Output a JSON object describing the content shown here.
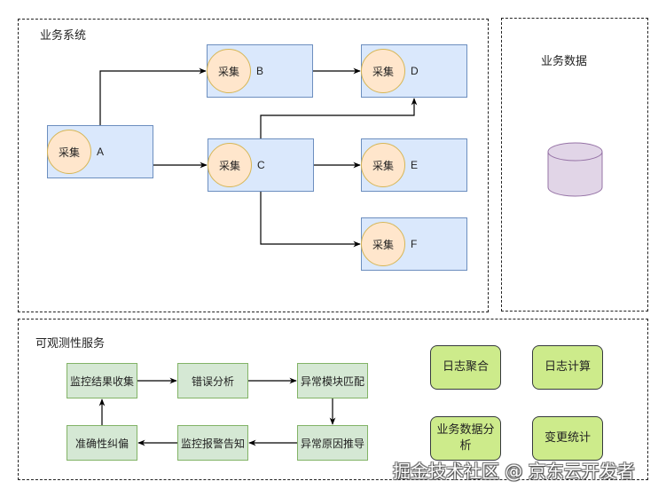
{
  "diagram": {
    "business_system": {
      "title": "业务系统",
      "nodes": [
        {
          "id": "A",
          "collector": "采集",
          "label": "A"
        },
        {
          "id": "B",
          "collector": "采集",
          "label": "B"
        },
        {
          "id": "C",
          "collector": "采集",
          "label": "C"
        },
        {
          "id": "D",
          "collector": "采集",
          "label": "D"
        },
        {
          "id": "E",
          "collector": "采集",
          "label": "E"
        },
        {
          "id": "F",
          "collector": "采集",
          "label": "F"
        }
      ],
      "edges": [
        {
          "from": "A",
          "to": "B"
        },
        {
          "from": "A",
          "to": "C"
        },
        {
          "from": "B",
          "to": "D"
        },
        {
          "from": "C",
          "to": "D"
        },
        {
          "from": "C",
          "to": "E"
        },
        {
          "from": "C",
          "to": "F"
        }
      ]
    },
    "business_data": {
      "title": "业务数据",
      "icon": "database-cylinder-icon"
    },
    "observability_service": {
      "title": "可观测性服务",
      "process": [
        {
          "id": "p1",
          "label": "监控结果收集"
        },
        {
          "id": "p2",
          "label": "错误分析"
        },
        {
          "id": "p3",
          "label": "异常模块匹配"
        },
        {
          "id": "p4",
          "label": "异常原因推导"
        },
        {
          "id": "p5",
          "label": "监控报警告知"
        },
        {
          "id": "p6",
          "label": "准确性纠偏"
        }
      ],
      "process_edges": [
        {
          "from": "p1",
          "to": "p2"
        },
        {
          "from": "p2",
          "to": "p3"
        },
        {
          "from": "p3",
          "to": "p4"
        },
        {
          "from": "p4",
          "to": "p5"
        },
        {
          "from": "p5",
          "to": "p6"
        },
        {
          "from": "p6",
          "to": "p1"
        }
      ],
      "capabilities": [
        {
          "label": "日志聚合"
        },
        {
          "label": "日志计算"
        },
        {
          "label": "业务数据分析"
        },
        {
          "label": "变更统计"
        }
      ]
    },
    "colors": {
      "node_fill": "#dae8fc",
      "node_stroke": "#6c8ebf",
      "collector_fill": "#ffe6cc",
      "collector_stroke": "#d6b656",
      "process_fill": "#d5e8d4",
      "process_stroke": "#82b366",
      "capability_fill": "#cdeb8b",
      "database_fill": "#e1d5e7",
      "database_stroke": "#9673a6"
    }
  },
  "watermark": "掘金技术社区 @ 京东云开发者"
}
